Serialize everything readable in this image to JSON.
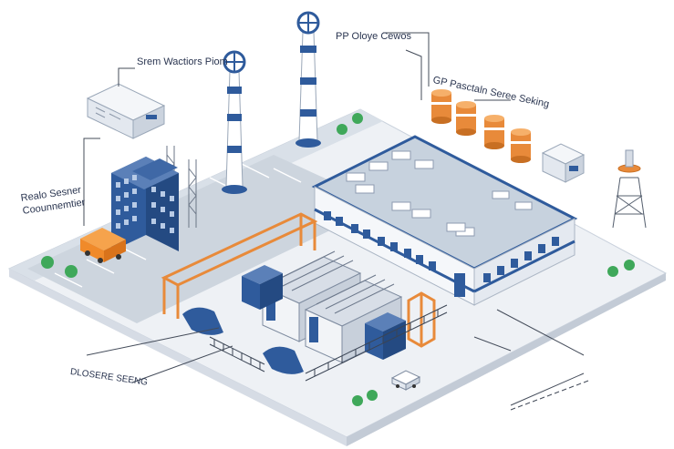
{
  "labels": {
    "top_left_callout": "Srem Wactiors Piom",
    "pp_callout": "PP Oloye Cewos",
    "gp_callout": "GP Pasctaln Seree Seking",
    "left_callout_line1": "Realo Sesner",
    "left_callout_line2": "Coounnemtier",
    "bottom_callout": "DLOSERE SEENG"
  },
  "colors": {
    "ground": "#eef1f5",
    "road": "#cdd5de",
    "building_blue": "#2f5b9c",
    "roof": "#c7d2de",
    "tank_orange": "#e88a3a",
    "truck_orange": "#f08a2a",
    "tree_green": "#3fa85a"
  }
}
